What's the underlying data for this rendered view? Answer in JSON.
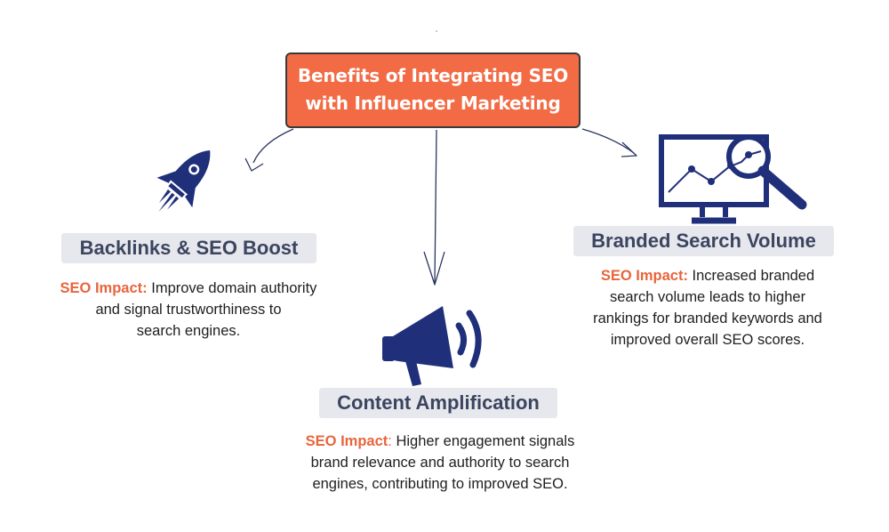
{
  "title": {
    "line1": "Benefits of Integrating SEO",
    "line2": "with Influencer Marketing"
  },
  "benefits": [
    {
      "heading": "Backlinks & SEO Boost",
      "impact_label": "SEO Impact:",
      "impact_text_lines": [
        "Improve domain authority",
        "and signal trustworthiness to",
        "search engines."
      ],
      "icon": "rocket-icon"
    },
    {
      "heading": "Content Amplification",
      "impact_label": "SEO Impact",
      "impact_colon": ":",
      "impact_text_lines": [
        "Higher engagement signals",
        "brand relevance and authority to search",
        "engines, contributing to improved SEO."
      ],
      "icon": "megaphone-icon"
    },
    {
      "heading": "Branded Search Volume",
      "impact_label": "SEO Impact:",
      "impact_text_lines": [
        "Increased branded",
        "search volume leads to higher",
        "rankings for branded keywords and",
        "improved overall SEO scores."
      ],
      "icon": "monitor-magnifier-icon"
    }
  ],
  "colors": {
    "title_fill": "#f26b45",
    "heading_bg": "#e7e8ed",
    "heading_text": "#3b4560",
    "impact_label": "#e8653d",
    "icon_navy": "#1f2f7a",
    "arrow": "#2b3560"
  }
}
